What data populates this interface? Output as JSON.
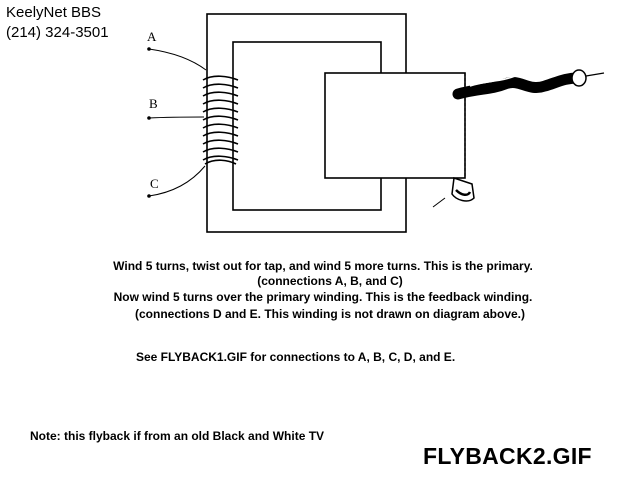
{
  "header": {
    "bbs_name": "KeelyNet BBS",
    "phone": "(214)  324-3501"
  },
  "diagram": {
    "labels": {
      "a": "A",
      "b": "B",
      "c": "C"
    }
  },
  "instructions": {
    "line1": "Wind 5 turns, twist out for tap, and wind 5 more turns. This is the primary.",
    "line2": "(connections A, B, and C)",
    "line3": "Now wind 5 turns over the primary winding. This is the feedback winding.",
    "line4": "(connections D and E.  This winding is not drawn on diagram above.)",
    "see_also": "See FLYBACK1.GIF for connections to A, B, C, D, and E.",
    "note": "Note: this flyback if from an old Black and White TV"
  },
  "filename": "FLYBACK2.GIF"
}
